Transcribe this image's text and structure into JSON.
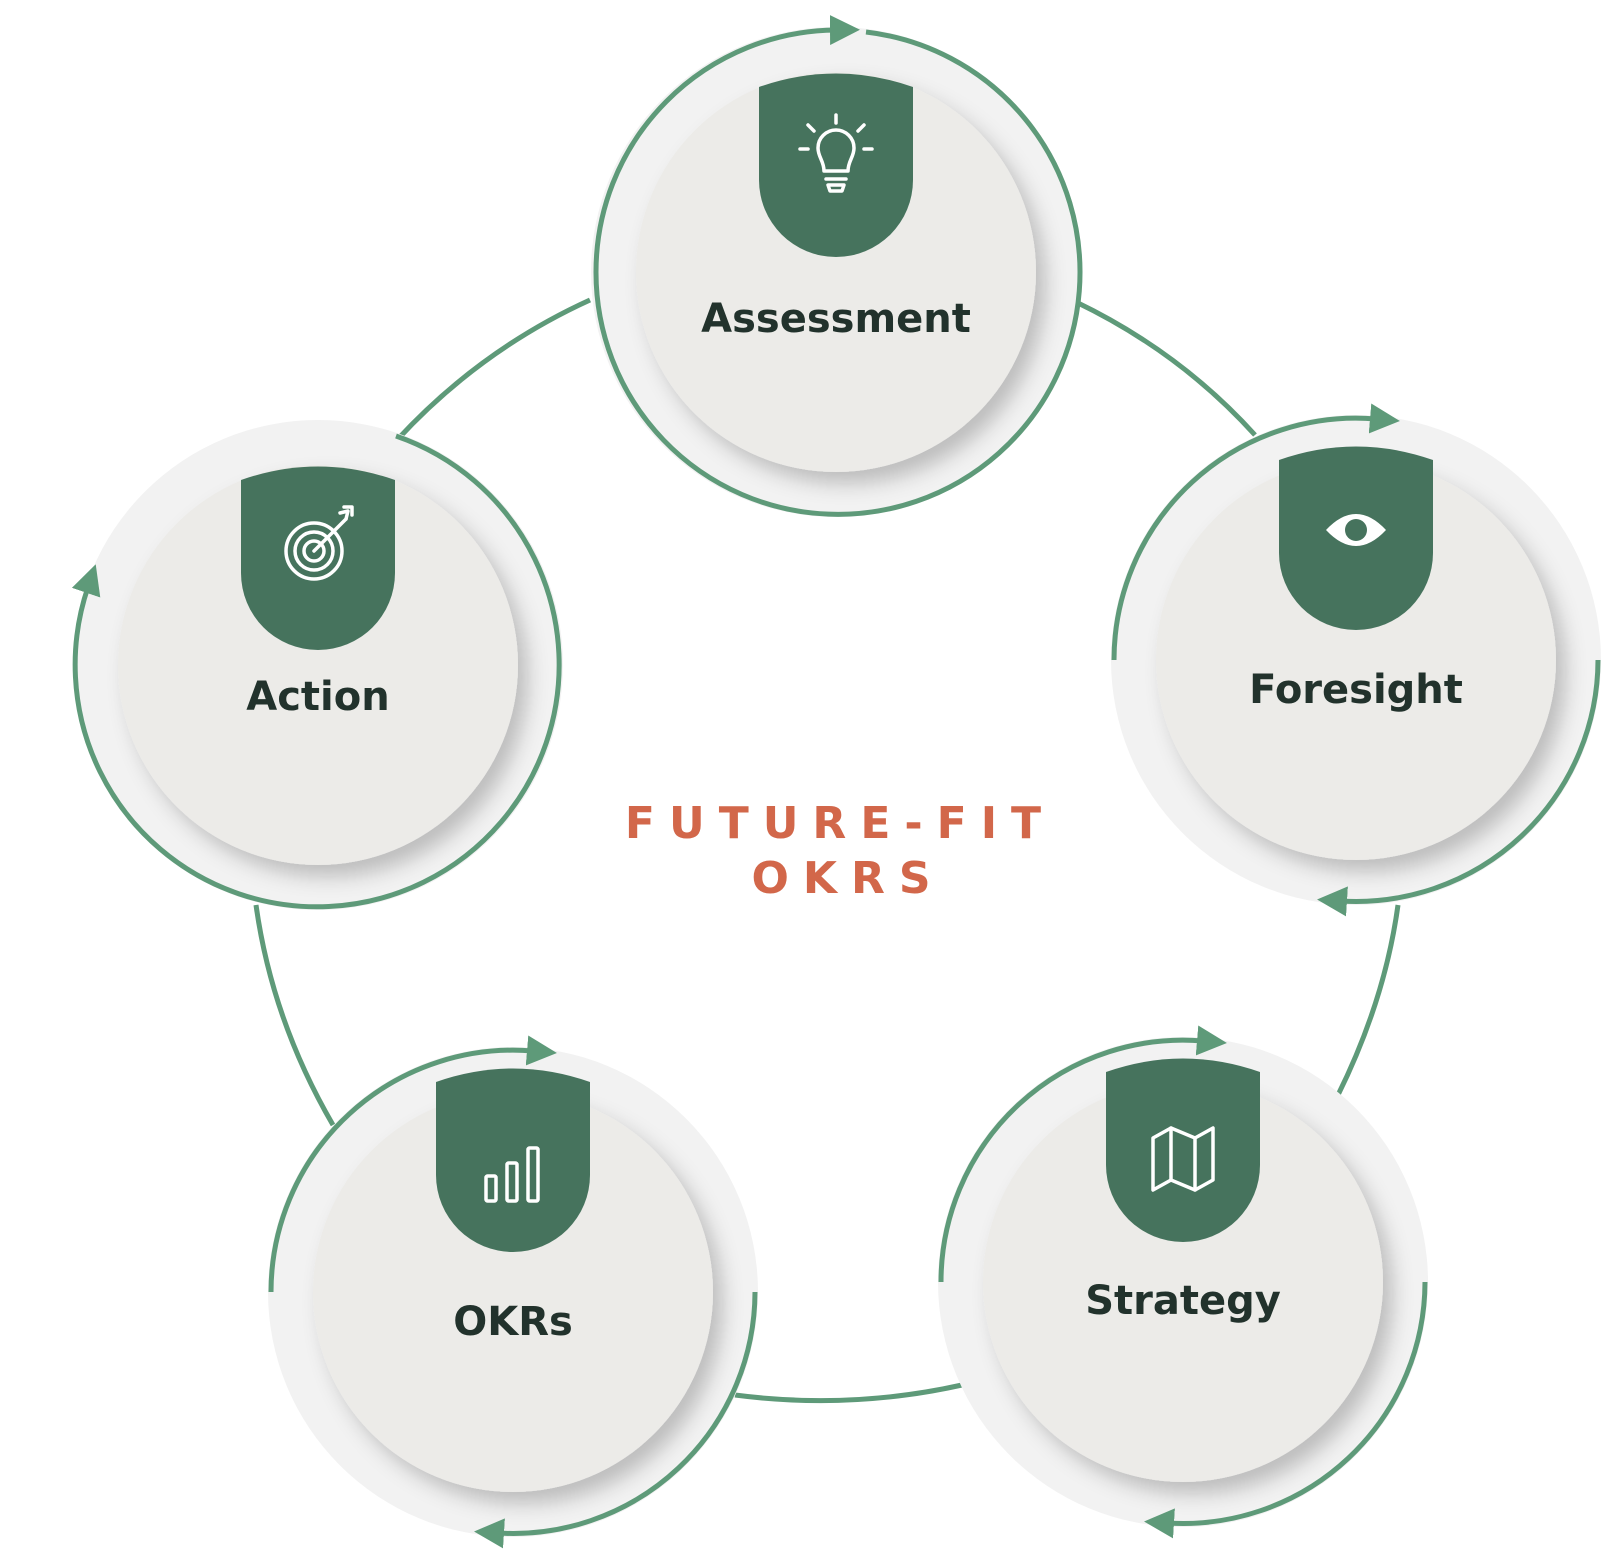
{
  "center": {
    "line1": "FUTURE-FIT",
    "line2": "OKRS"
  },
  "nodes": [
    {
      "id": "assessment",
      "label": "Assessment",
      "icon": "lightbulb-icon"
    },
    {
      "id": "foresight",
      "label": "Foresight",
      "icon": "eye-icon"
    },
    {
      "id": "strategy",
      "label": "Strategy",
      "icon": "map-icon"
    },
    {
      "id": "okrs",
      "label": "OKRs",
      "icon": "bar-chart-icon"
    },
    {
      "id": "action",
      "label": "Action",
      "icon": "target-icon"
    }
  ],
  "colors": {
    "ring_green": "#5e9a79",
    "badge_green": "#46735d",
    "outer_disc": "#f2f2f2",
    "inner_disc": "#ecebe8",
    "label_text": "#22322c",
    "center_text": "#d2674a"
  }
}
